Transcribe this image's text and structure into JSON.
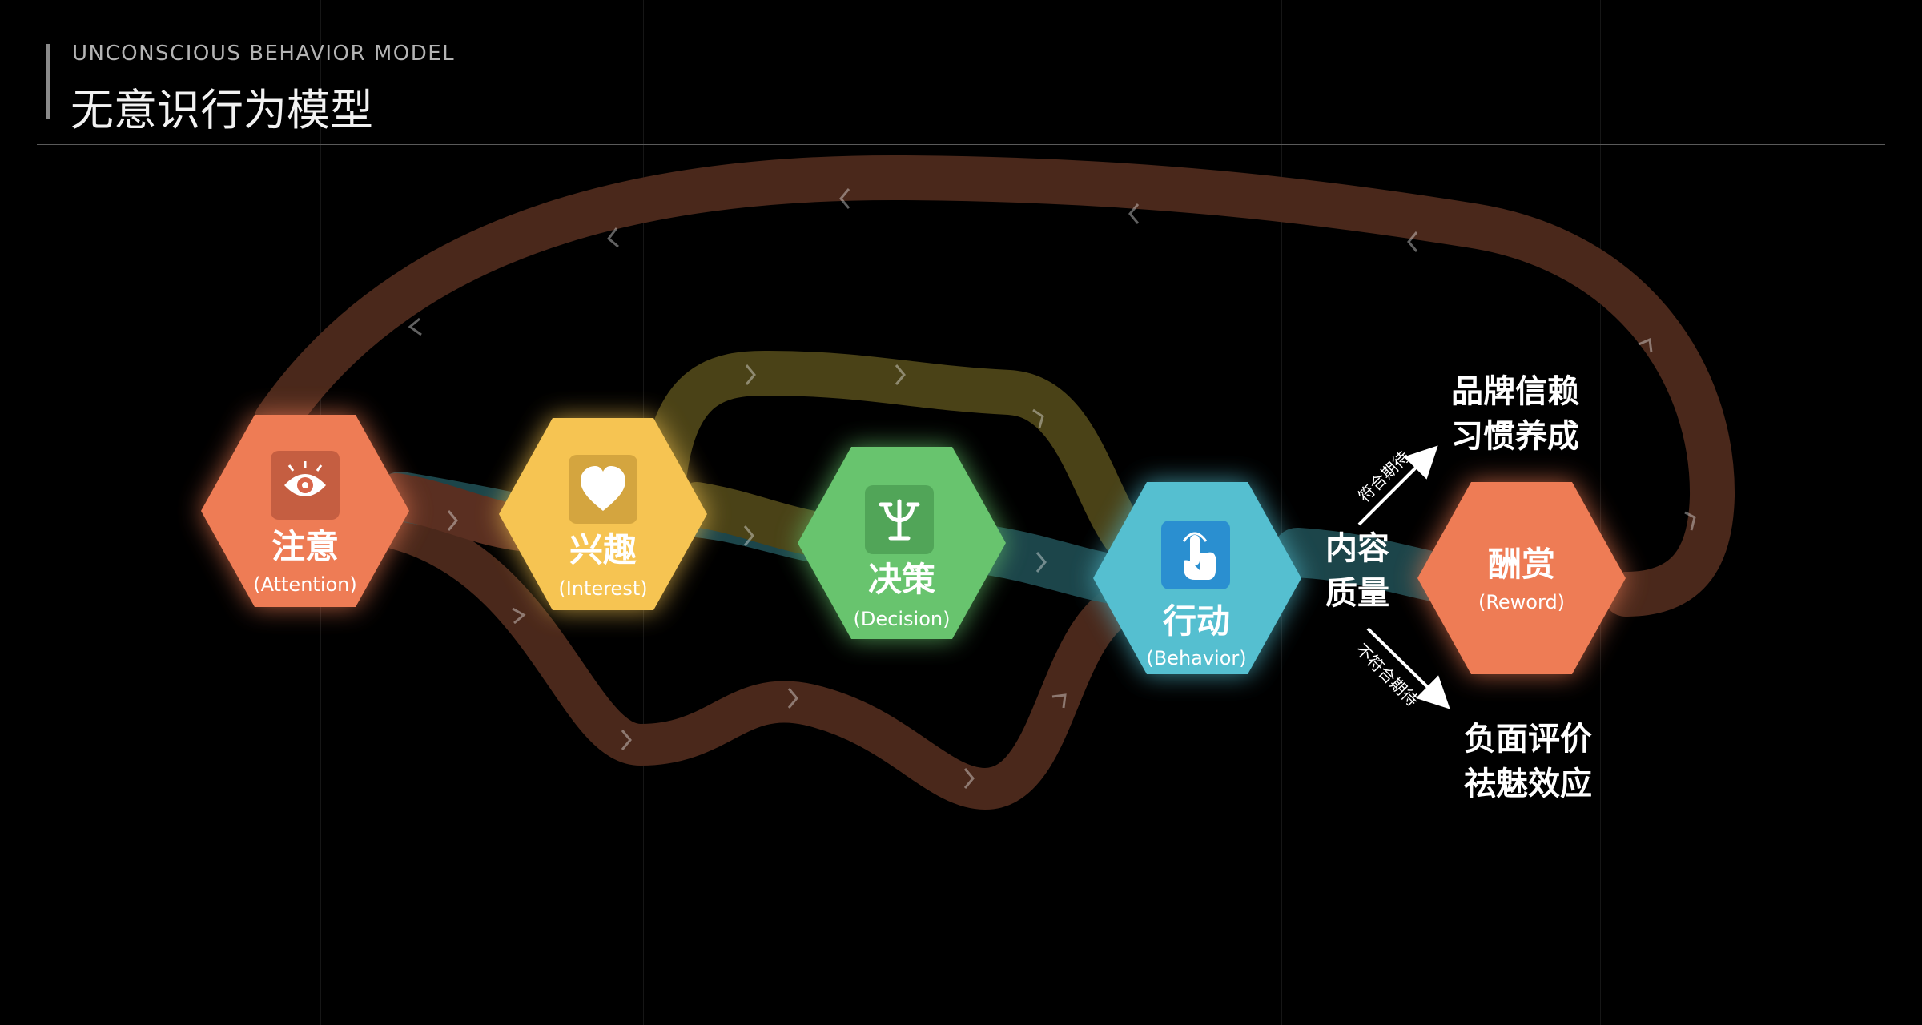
{
  "header": {
    "subtitle": "UNCONSCIOUS BEHAVIOR MODEL",
    "title": "无意识行为模型"
  },
  "nodes": [
    {
      "id": "attention",
      "title": "注意",
      "subtitle": "(Attention)",
      "icon": "eye-icon",
      "color": "#ee7c55"
    },
    {
      "id": "interest",
      "title": "兴趣",
      "subtitle": "(Interest)",
      "icon": "heart-icon",
      "color": "#f6c452"
    },
    {
      "id": "decision",
      "title": "决策",
      "subtitle": "(Decision)",
      "icon": "branch-icon",
      "color": "#68c46e"
    },
    {
      "id": "behavior",
      "title": "行动",
      "subtitle": "(Behavior)",
      "icon": "tap-icon",
      "color": "#55bfd0"
    },
    {
      "id": "reward",
      "title": "酬赏",
      "subtitle": "(Reword)",
      "icon": "",
      "color": "#ee7c55"
    }
  ],
  "content_quality": [
    "内容",
    "质量"
  ],
  "branches": {
    "positive": {
      "label": "符合期待",
      "outcome": [
        "品牌信赖",
        "习惯养成"
      ]
    },
    "negative": {
      "label": "不符合期待",
      "outcome": [
        "负面评价",
        "祛魅效应"
      ]
    }
  },
  "colors": {
    "loop_brown": "#4a281b",
    "path_olive": "#4a4217",
    "path_teal": "#1f4c52",
    "background": "#000000"
  }
}
